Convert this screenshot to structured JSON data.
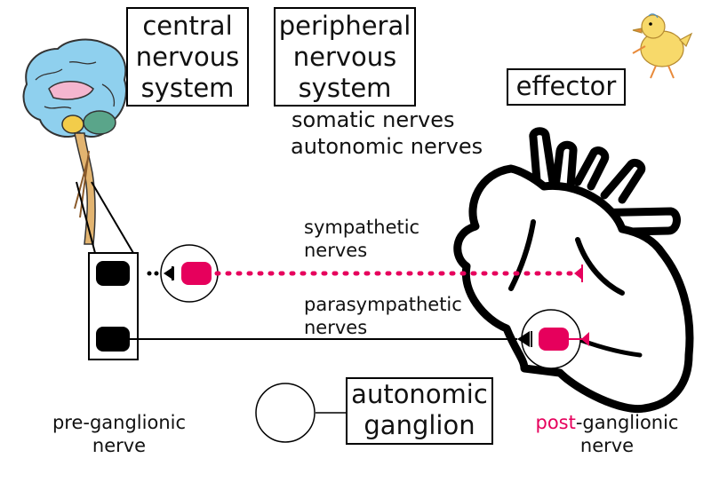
{
  "boxes": {
    "cns": [
      "central",
      "nervous",
      "system"
    ],
    "pns": [
      "peripheral",
      "nervous",
      "system"
    ],
    "effector": "effector",
    "ganglion": [
      "autonomic",
      "ganglion"
    ]
  },
  "nerve_types": {
    "somatic": "somatic nerves",
    "autonomic": "autonomic nerves"
  },
  "pathways": {
    "sympathetic": [
      "sympathetic",
      "nerves"
    ],
    "parasympathetic": [
      "parasympathetic",
      "nerves"
    ]
  },
  "labels": {
    "pre": [
      "pre-ganglionic",
      "nerve"
    ],
    "post_prefix": "post",
    "post_rest": "-ganglionic",
    "post_line2": "nerve"
  },
  "colors": {
    "accent": "#e6005c",
    "brain": "#8fd0ee",
    "ink": "#000000"
  },
  "icons": [
    "brain-icon",
    "heart-icon",
    "chick-icon"
  ]
}
